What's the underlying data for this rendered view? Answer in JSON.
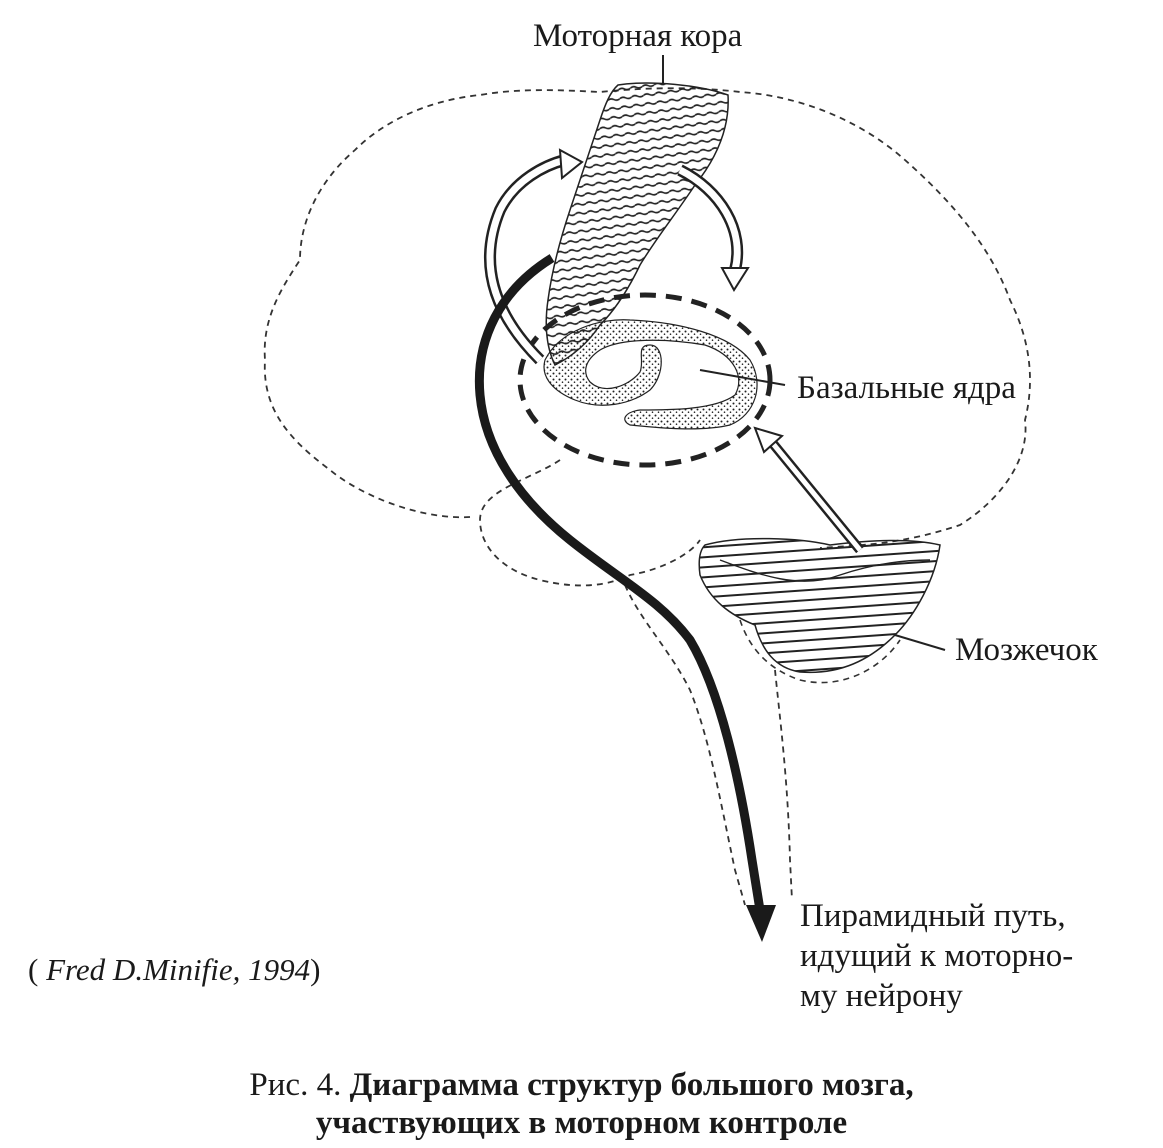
{
  "labels": {
    "motor_cortex": "Моторная кора",
    "basal_ganglia": "Базальные ядра",
    "cerebellum": "Мозжечок",
    "pyramidal_line1": "Пирамидный путь,",
    "pyramidal_line2": "идущий к моторно-",
    "pyramidal_line3": "му нейрону"
  },
  "credit": {
    "open": "( ",
    "author": "Fred D.Minifie, 1994",
    "close": ")"
  },
  "caption": {
    "prefix": "Рис. 4. ",
    "line1_bold": "Диаграмма структур большого мозга,",
    "line2": "участвующих в моторном контроле"
  }
}
